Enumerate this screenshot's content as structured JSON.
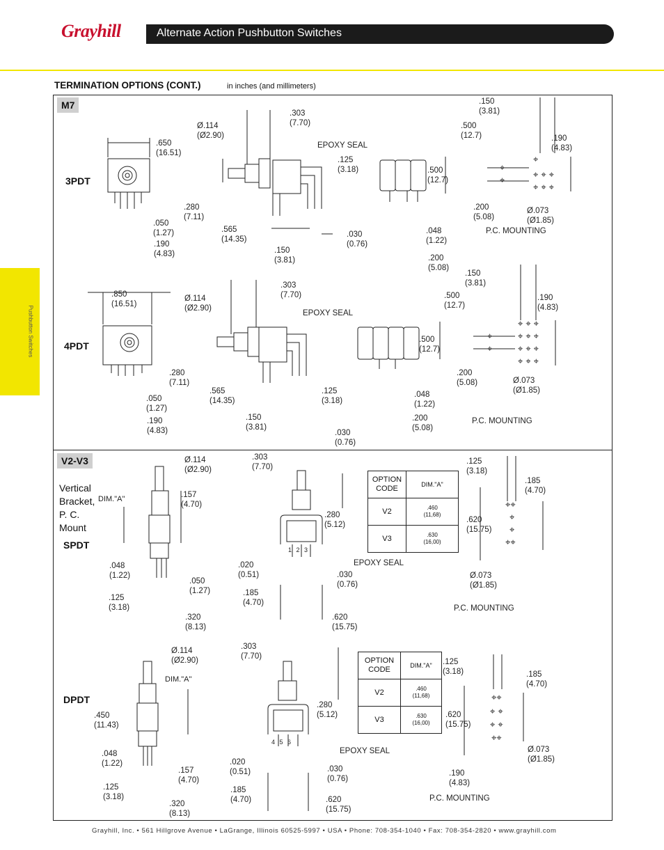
{
  "header": {
    "logo_text": "Grayhill",
    "title": "Alternate Action Pushbutton Switches",
    "side_tab": "Pushbutton Switches"
  },
  "section": {
    "title": "TERMINATION OPTIONS (CONT.)",
    "subtitle": "in inches (and millimeters)"
  },
  "m7": {
    "tag": "M7",
    "p3": {
      "label": "3PDT",
      "epoxy": "EPOXY SEAL",
      "pc": "P.C. MOUNTING",
      "dims": [
        ".650\n(16.51)",
        "Ø.114\n(Ø2.90)",
        ".303\n(7.70)",
        ".125\n(3.18)",
        ".280\n(7.11)",
        ".050\n(1.27)",
        ".190\n(4.83)",
        ".565\n(14.35)",
        ".150\n(3.81)",
        ".030\n(0.76)",
        ".500\n(12.7)",
        ".048\n(1.22)",
        ".200\n(5.08)",
        ".150\n(3.81)",
        ".500\n(12.7)",
        ".190\n(4.83)",
        ".200\n(5.08)",
        "Ø.073\n(Ø1.85)"
      ]
    },
    "p4": {
      "label": "4PDT",
      "epoxy": "EPOXY SEAL",
      "pc": "P.C. MOUNTING",
      "dims": [
        ".850\n(16.51)",
        "Ø.114\n(Ø2.90)",
        ".303\n(7.70)",
        ".280\n(7.11)",
        ".050\n(1.27)",
        ".190\n(4.83)",
        ".565\n(14.35)",
        ".125\n(3.18)",
        ".150\n(3.81)",
        ".030\n(0.76)",
        ".500\n(12.7)",
        ".048\n(1.22)",
        ".200\n(5.08)",
        ".150\n(3.81)",
        ".500\n(12.7)",
        ".190\n(4.83)",
        ".200\n(5.08)",
        "Ø.073\n(Ø1.85)"
      ]
    }
  },
  "v2v3": {
    "tag": "V2-V3",
    "mount_label": "Vertical\nBracket,\nP. C.\nMount",
    "spdt": {
      "label": "SPDT",
      "dim_a": "DIM.\"A\"",
      "epoxy": "EPOXY SEAL",
      "pc": "P.C. MOUNTING",
      "pins": "1 2 3",
      "dims": [
        "Ø.114\n(Ø2.90)",
        ".157\n(4.70)",
        ".048\n(1.22)",
        ".050\n(1.27)",
        ".125\n(3.18)",
        ".320\n(8.13)",
        ".303\n(7.70)",
        ".280\n(5.12)",
        ".020\n(0.51)",
        ".030\n(0.76)",
        ".185\n(4.70)",
        ".620\n(15.75)",
        ".125\n(3.18)",
        ".185\n(4.70)",
        ".620\n(15.75)",
        "Ø.073\n(Ø1.85)"
      ],
      "table": {
        "head": [
          "OPTION\nCODE",
          "DIM.\"A\""
        ],
        "rows": [
          [
            "V2",
            ".460\n(11,68)"
          ],
          [
            "V3",
            ".630\n(16,00)"
          ]
        ]
      }
    },
    "dpdt": {
      "label": "DPDT",
      "dim_a": "DIM.\"A\"",
      "epoxy": "EPOXY SEAL",
      "pc": "P.C. MOUNTING",
      "pins": "4 5 6",
      "dims": [
        "Ø.114\n(Ø2.90)",
        ".450\n(11.43)",
        ".048\n(1.22)",
        ".157\n(4.70)",
        ".125\n(3.18)",
        ".320\n(8.13)",
        ".303\n(7.70)",
        ".280\n(5.12)",
        ".020\n(0.51)",
        ".030\n(0.76)",
        ".185\n(4.70)",
        ".620\n(15.75)",
        ".125\n(3.18)",
        ".185\n(4.70)",
        ".620\n(15.75)",
        "Ø.073\n(Ø1.85)",
        ".190\n(4.83)"
      ],
      "table": {
        "head": [
          "OPTION\nCODE",
          "DIM.\"A\""
        ],
        "rows": [
          [
            "V2",
            ".460\n(11,68)"
          ],
          [
            "V3",
            ".630\n(16,00)"
          ]
        ]
      }
    }
  },
  "footer": "Grayhill,  Inc.  •  561  Hillgrove  Avenue  •  LaGrange,  Illinois    60525-5997  •  USA  •  Phone:  708-354-1040  •  Fax:  708-354-2820  •  www.grayhill.com"
}
